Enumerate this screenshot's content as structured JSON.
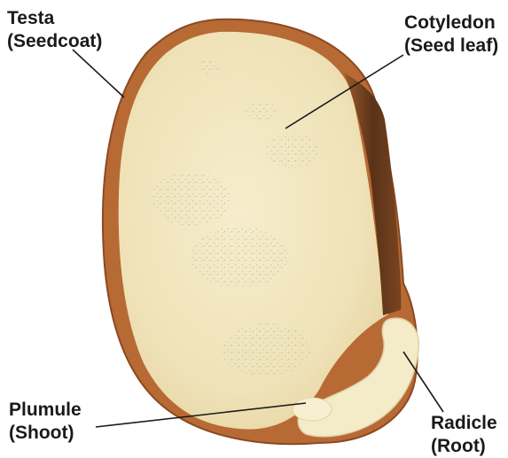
{
  "labels": {
    "testa": {
      "name": "Testa",
      "alt": "(Seedcoat)"
    },
    "cotyledon": {
      "name": "Cotyledon",
      "alt": "(Seed leaf)"
    },
    "plumule": {
      "name": "Plumule",
      "alt": "(Shoot)"
    },
    "radicle": {
      "name": "Radicle",
      "alt": "(Root)"
    }
  },
  "colors": {
    "seed_coat": "#b86a34",
    "seed_coat_dark": "#8a4a22",
    "cotyledon_flesh": "#f1e6bf",
    "hilum_dark": "#5a3218",
    "radicle": "#f4ebc8",
    "leader_line": "#1a1a1a",
    "text": "#1a1a1a"
  }
}
